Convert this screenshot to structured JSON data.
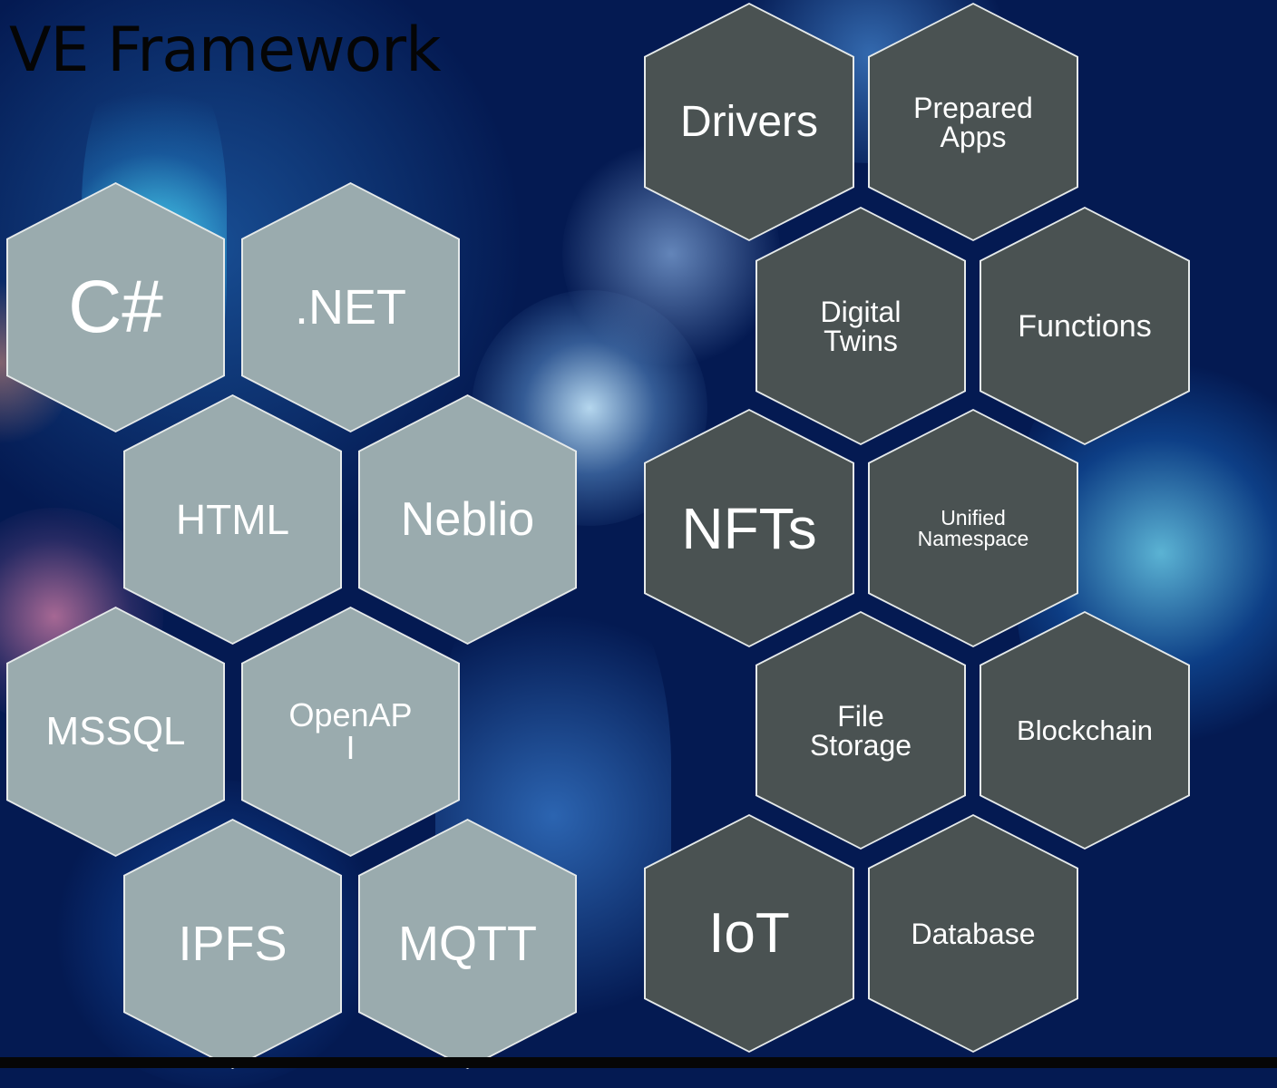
{
  "title": "VE Framework",
  "colors": {
    "light_hex": "#9aabae",
    "dark_hex": "#4a5252",
    "hex_border": "#e6eaea",
    "label_text": "#ffffff",
    "title_text": "#050505",
    "background": "#041a52"
  },
  "hexagons": [
    {
      "label": "C#",
      "style": "light"
    },
    {
      "label": ".NET",
      "style": "light"
    },
    {
      "label": "HTML",
      "style": "light"
    },
    {
      "label": "Neblio",
      "style": "light"
    },
    {
      "label": "MSSQL",
      "style": "light"
    },
    {
      "label": "OpenAP\nI",
      "style": "light"
    },
    {
      "label": "IPFS",
      "style": "light"
    },
    {
      "label": "MQTT",
      "style": "light"
    },
    {
      "label": "Drivers",
      "style": "dark"
    },
    {
      "label": "Prepared\nApps",
      "style": "dark"
    },
    {
      "label": "Digital\nTwins",
      "style": "dark"
    },
    {
      "label": "Functions",
      "style": "dark"
    },
    {
      "label": "NFTs",
      "style": "dark"
    },
    {
      "label": "Unified\nNamespace",
      "style": "dark"
    },
    {
      "label": "File\nStorage",
      "style": "dark"
    },
    {
      "label": "Blockchain",
      "style": "dark"
    },
    {
      "label": "IoT",
      "style": "dark"
    },
    {
      "label": "Database",
      "style": "dark"
    }
  ]
}
